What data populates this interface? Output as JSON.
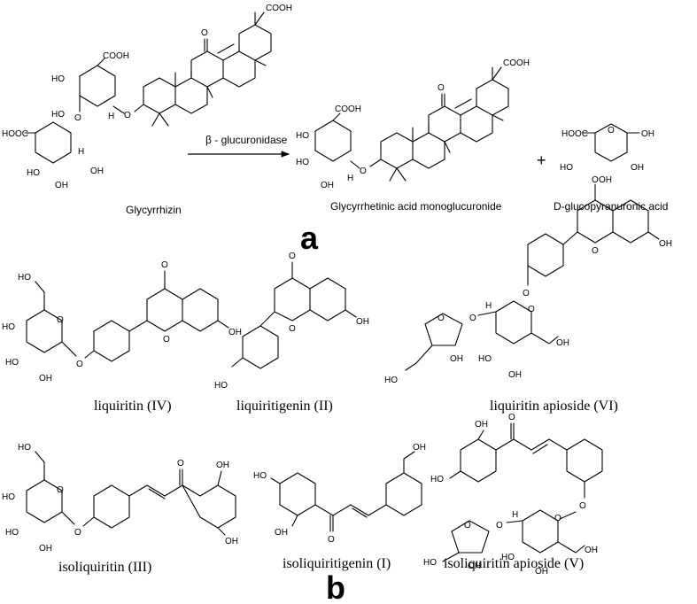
{
  "panel_a": {
    "panel_letter": "a",
    "reaction": {
      "enzyme": "β - glucuronidase",
      "plus": "+"
    },
    "compounds": [
      {
        "name": "Glycyrrhizin"
      },
      {
        "name": "Glycyrrhetinic acid monoglucuronide"
      },
      {
        "name": "D-glucopyranuronic acid"
      }
    ]
  },
  "panel_b": {
    "panel_letter": "b",
    "compounds": [
      {
        "name": "liquiritin (IV)"
      },
      {
        "name": "liquiritigenin (II)"
      },
      {
        "name": "liquiritin apioside (VI)"
      },
      {
        "name": "isoliquiritin (III)"
      },
      {
        "name": "isoliquiritigenin (I)"
      },
      {
        "name": "isoliquiritin apioside (V)"
      }
    ]
  },
  "atom_labels": {
    "oh": "OH",
    "ho": "HO",
    "o": "O",
    "h": "H",
    "cooh": "COOH",
    "hooc": "HOOC"
  }
}
